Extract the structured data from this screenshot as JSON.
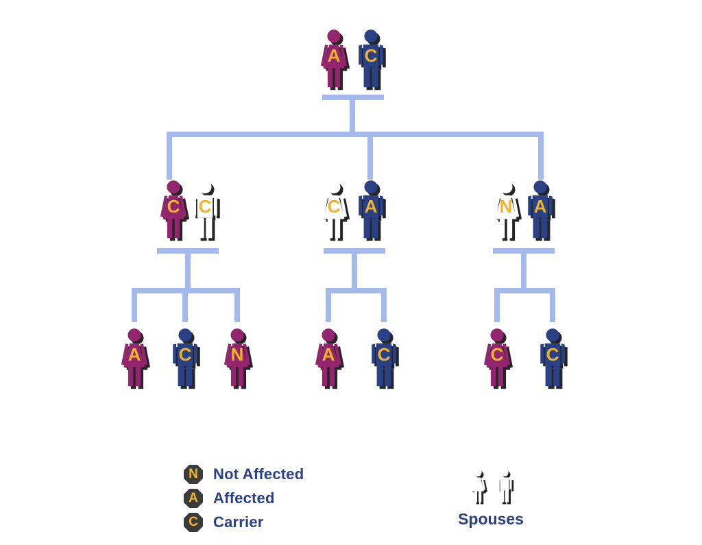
{
  "diagram": {
    "type": "pedigree-family-tree",
    "colors": {
      "female_family": "#93256E",
      "male_family": "#2B4186",
      "spouse": "#FFFFFF",
      "status_letter": "#F0B42A",
      "connector_line": "#A4B9EC",
      "legend_badge": "#3B3B3B",
      "legend_text": "#2B4186",
      "background": "#FFFFFF"
    }
  },
  "pedigree": {
    "gen1": [
      {
        "sex": "female",
        "role": "family",
        "letter": "A"
      },
      {
        "sex": "male",
        "role": "family",
        "letter": "C"
      }
    ],
    "gen2": [
      [
        {
          "sex": "female",
          "role": "family",
          "letter": "C"
        },
        {
          "sex": "male",
          "role": "spouse",
          "letter": "C"
        }
      ],
      [
        {
          "sex": "female",
          "role": "spouse",
          "letter": "C"
        },
        {
          "sex": "male",
          "role": "family",
          "letter": "A"
        }
      ],
      [
        {
          "sex": "female",
          "role": "spouse",
          "letter": "N"
        },
        {
          "sex": "male",
          "role": "family",
          "letter": "A"
        }
      ]
    ],
    "gen3": [
      [
        {
          "sex": "female",
          "letter": "A"
        },
        {
          "sex": "male",
          "letter": "C"
        },
        {
          "sex": "female",
          "letter": "N"
        }
      ],
      [
        {
          "sex": "female",
          "letter": "A"
        },
        {
          "sex": "male",
          "letter": "C"
        }
      ],
      [
        {
          "sex": "female",
          "letter": "C"
        },
        {
          "sex": "male",
          "letter": "C"
        }
      ]
    ]
  },
  "legend": {
    "items": [
      {
        "letter": "N",
        "label": "Not Affected"
      },
      {
        "letter": "A",
        "label": "Affected"
      },
      {
        "letter": "C",
        "label": "Carrier"
      }
    ],
    "spouses": {
      "label": "Spouses"
    }
  }
}
